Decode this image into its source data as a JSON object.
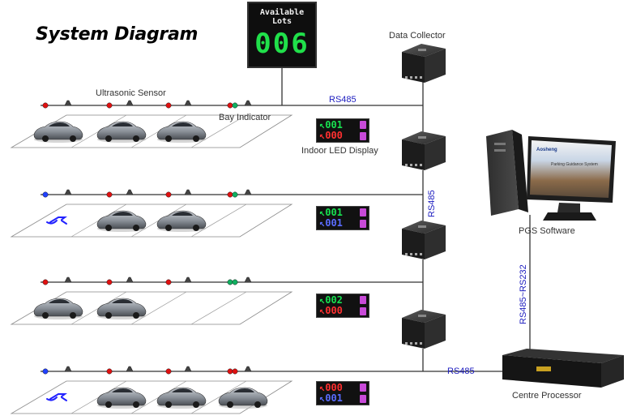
{
  "title": "System Diagram",
  "sign": {
    "header": "Available Lots",
    "count": "006"
  },
  "labels": {
    "data_collector": "Data Collector",
    "ultrasonic_sensor": "Ultrasonic Sensor",
    "bay_indicator": "Bay Indicator",
    "indoor_led": "Indoor LED Display",
    "pgs_software": "PGS Software",
    "centre_processor": "Centre Processor",
    "bus_top": "RS485",
    "bus_vertical": "RS485",
    "bus_bottom": "RS485",
    "bus_pc": "RS485~RS232"
  },
  "led_displays": [
    {
      "left": "001",
      "right": "000",
      "left_color": "#18e050",
      "right_color": "#ff3030",
      "row1_icon": "#c84ad8",
      "row2_icon": "#c84ad8"
    },
    {
      "left": "001",
      "right": "001",
      "left_color": "#18e050",
      "right_color": "#5a6cff",
      "row1_icon": "#c84ad8",
      "row2_icon": "#c84ad8"
    },
    {
      "left": "002",
      "right": "000",
      "left_color": "#18e050",
      "right_color": "#ff3030",
      "row1_icon": "#c84ad8",
      "row2_icon": "#c84ad8"
    },
    {
      "left": "000",
      "right": "001",
      "left_color": "#ff3030",
      "right_color": "#5a6cff",
      "row1_icon": "#c84ad8",
      "row2_icon": "#c84ad8"
    }
  ],
  "software_screen": {
    "brand": "Aosheng",
    "caption": "Parking Guidance System"
  },
  "rows": [
    {
      "indicators": [
        "red",
        "red",
        "red",
        "red",
        "green"
      ],
      "cars": 3,
      "disabled_bay": false
    },
    {
      "indicators": [
        "blue",
        "red",
        "red",
        "red",
        "green"
      ],
      "cars": 2,
      "disabled_bay": true
    },
    {
      "indicators": [
        "red",
        "red",
        "red",
        "green",
        "green"
      ],
      "cars": 2,
      "disabled_bay": false
    },
    {
      "indicators": [
        "blue",
        "red",
        "red",
        "red",
        "red"
      ],
      "cars": 3,
      "disabled_bay": true
    }
  ],
  "colors": {
    "wire": "#333333",
    "bus_label": "#2020c0",
    "led_green": "#18e050",
    "led_red": "#ff3030",
    "led_blue": "#5a6cff",
    "bay_red": "#e01010",
    "bay_green": "#10b060",
    "bay_blue": "#2040ff",
    "disabled_sign": "#2222ff"
  }
}
